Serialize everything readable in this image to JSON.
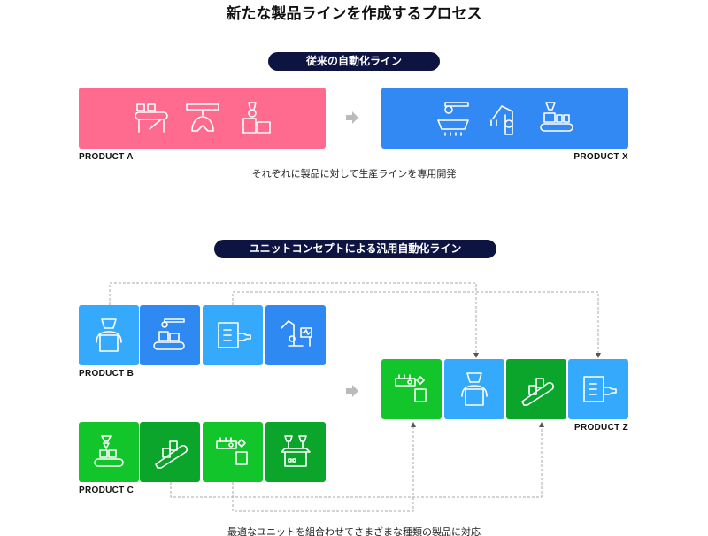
{
  "title": "新たな製品ラインを作成するプロセス",
  "section_conventional": {
    "pill": "従来の自動化ライン",
    "source_label": "PRODUCT A",
    "target_label": "PRODUCT X",
    "caption": "それぞれに製品に対して生産ラインを専用開発",
    "colors": {
      "source": "#ff6b8f",
      "target": "#3389f4"
    }
  },
  "section_unit": {
    "pill": "ユニットコンセプトによる汎用自動化ライン",
    "product_b": "PRODUCT B",
    "product_c": "PRODUCT C",
    "product_z": "PRODUCT Z",
    "caption": "最適なユニットを組合わせてさまざまな種類の製品に対応",
    "colors": {
      "light_blue": "#35a9fb",
      "dark_blue": "#2e89f3",
      "light_green": "#12c52a",
      "dark_green": "#0aa52a",
      "pill": "#0d1442"
    }
  }
}
